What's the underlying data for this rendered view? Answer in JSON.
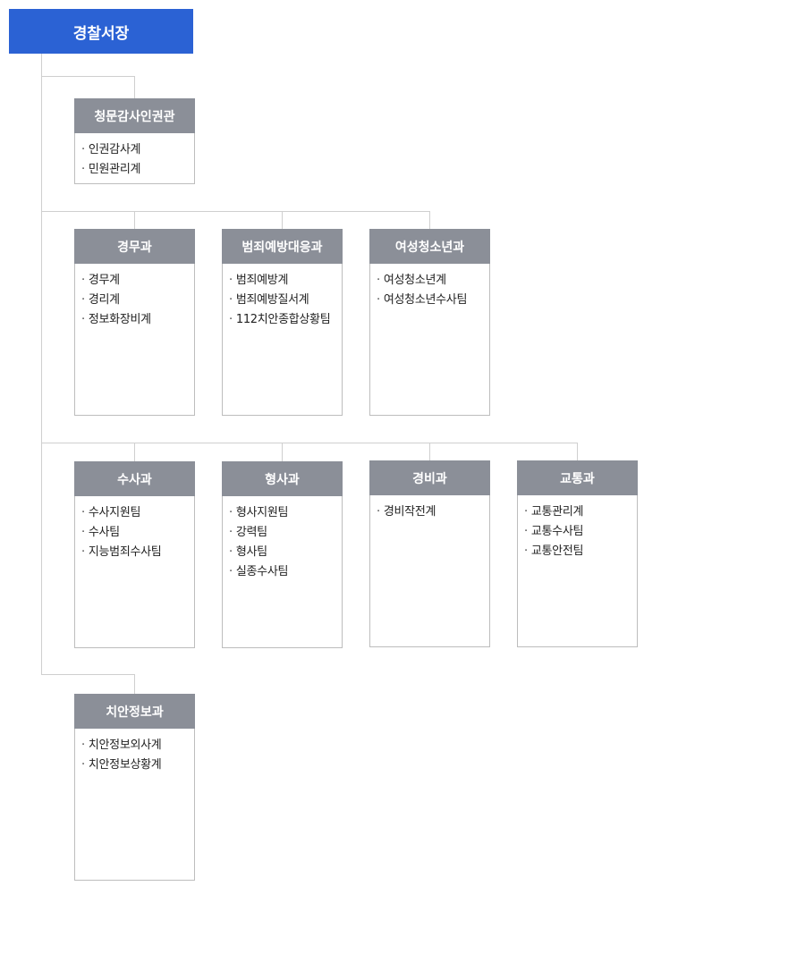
{
  "root": "경찰서장",
  "departments": [
    {
      "id": "d1",
      "title": "청문감사인권관",
      "items": [
        "인권감사계",
        "민원관리계"
      ]
    },
    {
      "id": "d2",
      "title": "경무과",
      "items": [
        "경무계",
        "경리계",
        "정보화장비계"
      ]
    },
    {
      "id": "d3",
      "title": "범죄예방대응과",
      "items": [
        "범죄예방계",
        "범죄예방질서계",
        "112치안종합상황팀"
      ]
    },
    {
      "id": "d4",
      "title": "여성청소년과",
      "items": [
        "여성청소년계",
        "여성청소년수사팀"
      ]
    },
    {
      "id": "d5",
      "title": "수사과",
      "items": [
        "수사지원팀",
        "수사팀",
        "지능범죄수사팀"
      ]
    },
    {
      "id": "d6",
      "title": "형사과",
      "items": [
        "형사지원팀",
        "강력팀",
        "형사팀",
        "실종수사팀"
      ]
    },
    {
      "id": "d7",
      "title": "경비과",
      "items": [
        "경비작전계"
      ]
    },
    {
      "id": "d8",
      "title": "교통과",
      "items": [
        "교통관리계",
        "교통수사팀",
        "교통안전팀"
      ]
    },
    {
      "id": "d9",
      "title": "치안정보과",
      "items": [
        "치안정보외사계",
        "치안정보상황계"
      ]
    }
  ]
}
